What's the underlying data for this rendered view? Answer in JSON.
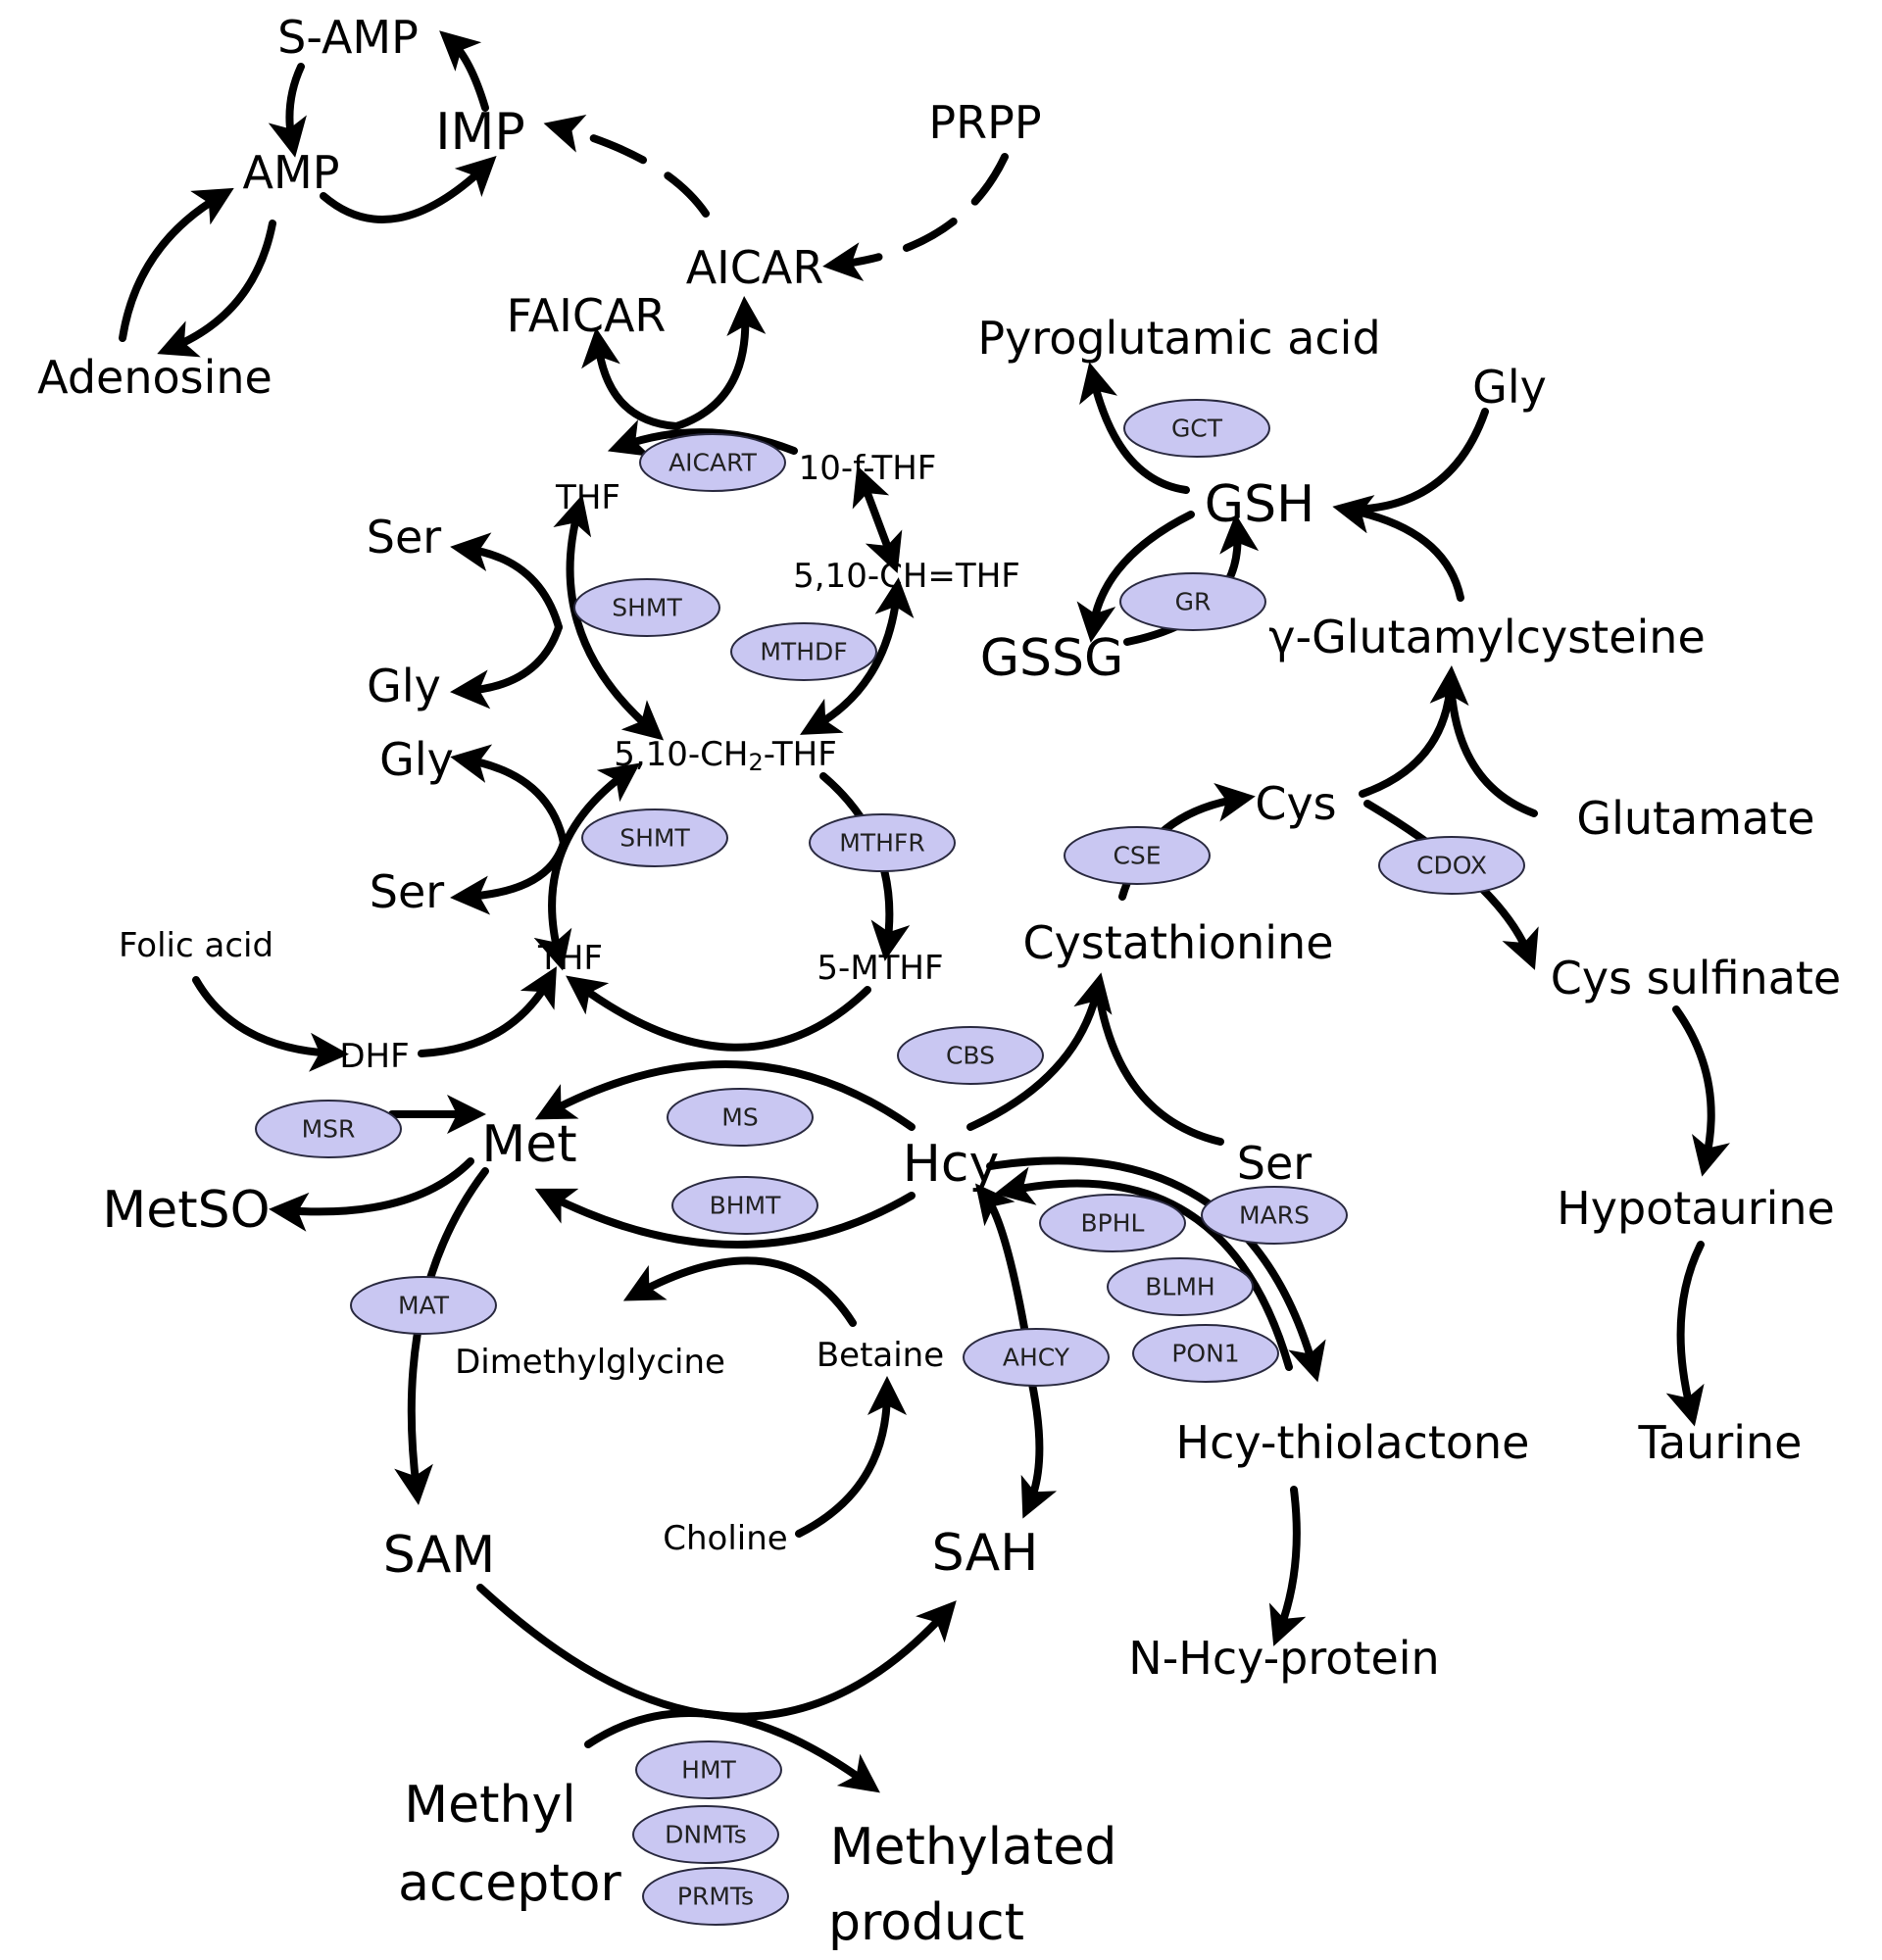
{
  "metabolites": {
    "s_amp": "S-AMP",
    "imp": "IMP",
    "amp": "AMP",
    "adenosine": "Adenosine",
    "prpp": "PRPP",
    "aicar": "AICAR",
    "faicar": "FAICAR",
    "thf_top": "THF",
    "ten_f_thf": "10-f-THF",
    "ch_thf": "5,10-CH=THF",
    "ser_top": "Ser",
    "gly_top": "Gly",
    "ch2_thf_pre": "5,10-CH",
    "ch2_thf_sub": "2",
    "ch2_thf_post": "-THF",
    "gly_mid": "Gly",
    "ser_mid": "Ser",
    "folic_acid": "Folic acid",
    "dhf": "DHF",
    "thf_bottom": "THF",
    "five_mthf": "5-MTHF",
    "met": "Met",
    "metso": "MetSO",
    "hcy": "Hcy",
    "dimethylglycine": "Dimethylglycine",
    "betaine": "Betaine",
    "choline": "Choline",
    "sam": "SAM",
    "sah": "SAH",
    "methyl_acceptor_l1": "Methyl",
    "methyl_acceptor_l2": "acceptor",
    "methylated_product_l1": "Methylated",
    "methylated_product_l2": "product",
    "pyroglutamic_acid": "Pyroglutamic acid",
    "gly_right": "Gly",
    "gsh": "GSH",
    "gssg": "GSSG",
    "glutamylcysteine": "γ-Glutamylcysteine",
    "cys": "Cys",
    "glutamate": "Glutamate",
    "cystathionine": "Cystathionine",
    "cys_sulfinate": "Cys sulfinate",
    "ser_right": "Ser",
    "hypotaurine": "Hypotaurine",
    "taurine": "Taurine",
    "hcy_thiolactone": "Hcy-thiolactone",
    "n_hcy_protein": "N-Hcy-protein"
  },
  "enzymes": {
    "aicart": "AICART",
    "shmt_top": "SHMT",
    "mthdf": "MTHDF",
    "shmt_mid": "SHMT",
    "mthfr": "MTHFR",
    "gct": "GCT",
    "gr": "GR",
    "cse": "CSE",
    "cdox": "CDOX",
    "cbs": "CBS",
    "ms": "MS",
    "msr": "MSR",
    "bhmt": "BHMT",
    "mat": "MAT",
    "bphl": "BPHL",
    "mars": "MARS",
    "blmh": "BLMH",
    "pon1": "PON1",
    "ahcy": "AHCY",
    "hmt": "HMT",
    "dnmts": "DNMTs",
    "prmts": "PRMTs"
  },
  "colors": {
    "enzyme_fill": "#c9c7f2",
    "enzyme_stroke": "#2a2a40",
    "ink": "#000000"
  }
}
